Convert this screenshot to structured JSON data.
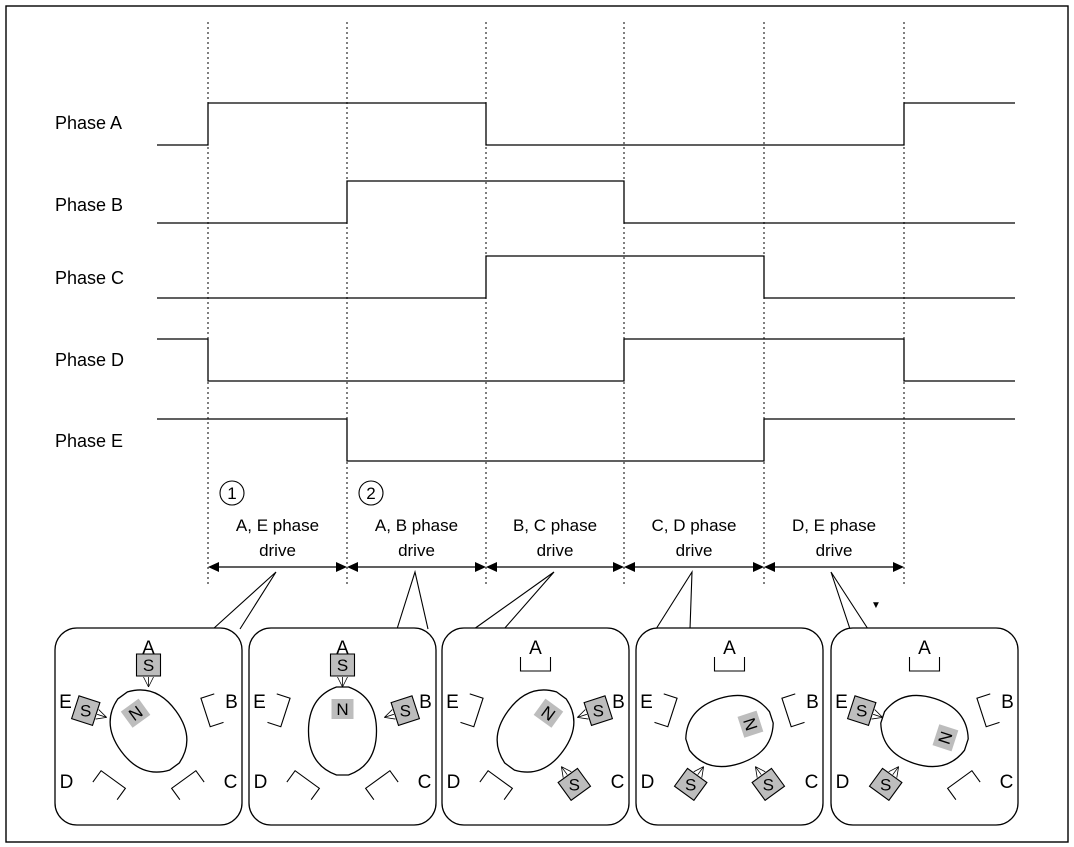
{
  "phases": [
    {
      "name": "Phase A",
      "levels": [
        1,
        1,
        0,
        0,
        0,
        1
      ]
    },
    {
      "name": "Phase B",
      "levels": [
        0,
        1,
        1,
        0,
        0,
        0
      ]
    },
    {
      "name": "Phase C",
      "levels": [
        0,
        0,
        1,
        1,
        0,
        0
      ]
    },
    {
      "name": "Phase D",
      "levels": [
        0,
        0,
        0,
        1,
        1,
        0
      ]
    },
    {
      "name": "Phase E",
      "levels": [
        1,
        0,
        0,
        0,
        1,
        1
      ]
    }
  ],
  "initial_levels": [
    0,
    0,
    0,
    1,
    1
  ],
  "steps": [
    {
      "number": "1",
      "line1": "A, E phase",
      "line2": "drive"
    },
    {
      "number": "2",
      "line1": "A, B phase",
      "line2": "drive"
    },
    {
      "number": "",
      "line1": "B, C phase",
      "line2": "drive"
    },
    {
      "number": "",
      "line1": "C, D phase",
      "line2": "drive"
    },
    {
      "number": "",
      "line1": "D, E phase",
      "line2": "drive"
    }
  ],
  "pole_labels": [
    "A",
    "B",
    "C",
    "D",
    "E"
  ],
  "magnet_letters": {
    "north": "N",
    "south": "S"
  },
  "rotor_angles_deg": [
    -36,
    0,
    36,
    72,
    108
  ]
}
